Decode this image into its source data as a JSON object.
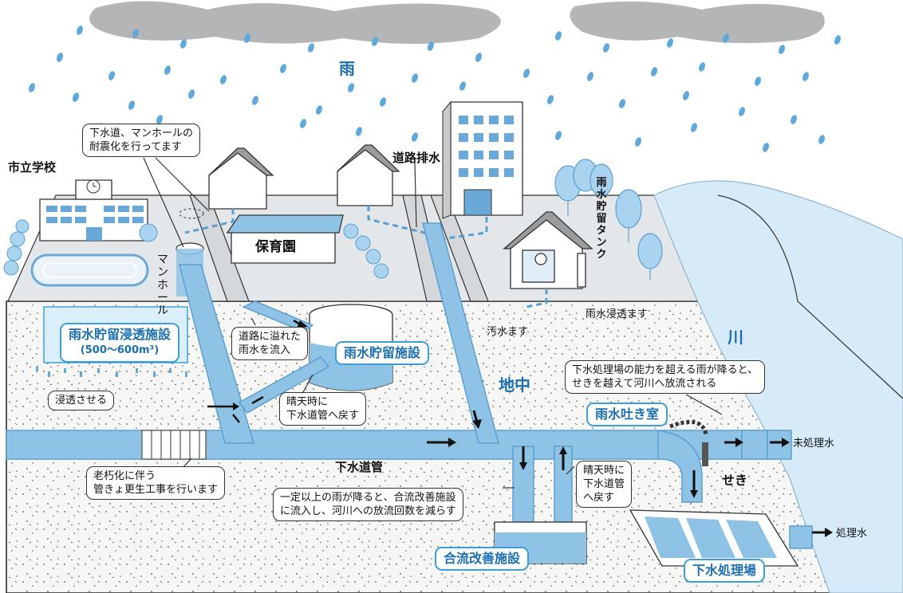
{
  "labels": {
    "rain": "雨",
    "underground": "地中",
    "river": "川",
    "school": "市立学校",
    "nursery": "保育園",
    "road_drain": "道路排水",
    "manhole": "マンホール",
    "rain_tank": "雨水貯留タンク",
    "rain_inlet": "雨水浸透ます",
    "sewage_inlet": "汚水ます",
    "sewer_pipe": "下水道管",
    "weir": "せき",
    "untreated": "未処理水",
    "treated": "処理水"
  },
  "callouts": {
    "quake": [
      "下水道、マンホールの",
      "耐震化を行ってます"
    ],
    "overflow": [
      "道路に溢れた",
      "雨水を流入"
    ],
    "return1": [
      "晴天時に",
      "下水道管へ戻す"
    ],
    "infiltrate": "浸透させる",
    "aging": [
      "老朽化に伴う",
      "管きょ更生工事を行います"
    ],
    "combined_note": [
      "一定以上の雨が降ると、合流改善施設",
      "に流入し、河川への放流回数を減らす"
    ],
    "return2": [
      "晴天時に",
      "下水道管",
      "へ戻す"
    ],
    "plant_note": [
      "下水処理場の能力を超える雨が降ると、",
      "せきを越えて河川へ放流される"
    ]
  },
  "facilities": {
    "infiltration_facility": "雨水貯留浸透施設",
    "infiltration_capacity": "(500～600m³)",
    "storage_facility": "雨水貯留施設",
    "discharge_chamber": "雨水吐き室",
    "combined_facility": "合流改善施設",
    "treatment_plant": "下水処理場"
  },
  "colors": {
    "water": "#8fc3e6",
    "water_dark": "#5b9fd0",
    "accent_text": "#1b6fb0",
    "box_border": "#3d9fd9",
    "cloud": "#b3b5b7",
    "surface": "#e3e7ea",
    "ground": "#f6f6f4",
    "river": "#d6ebf7"
  }
}
